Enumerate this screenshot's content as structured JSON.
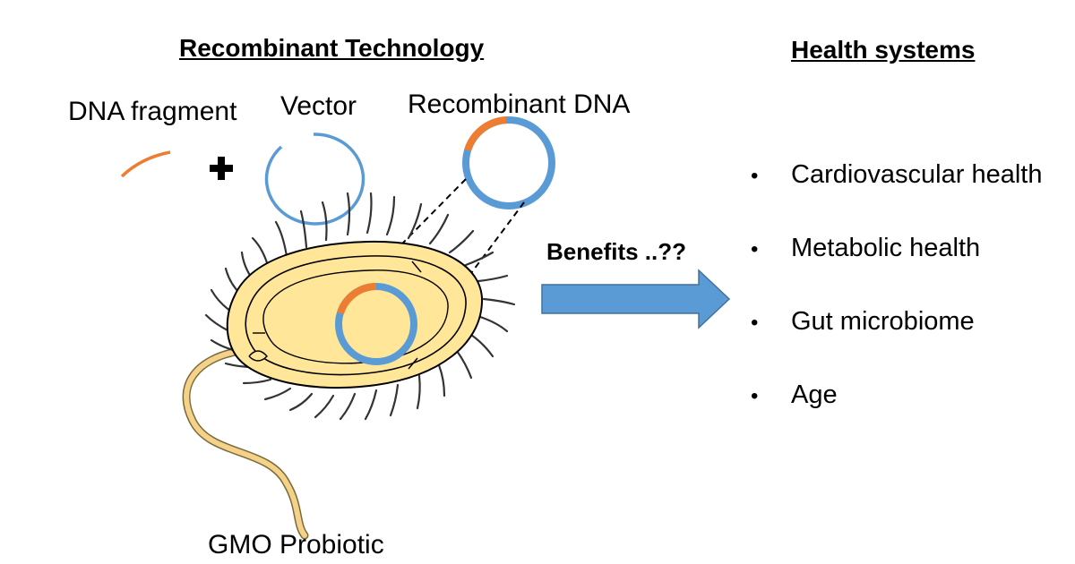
{
  "left": {
    "heading": "Recombinant Technology",
    "dna_fragment_label": "DNA fragment",
    "vector_label": "Vector",
    "recombinant_label": "Recombinant DNA",
    "probiotic_label": "GMO Probiotic"
  },
  "middle": {
    "benefits_label": "Benefits ..??"
  },
  "right": {
    "heading": "Health systems",
    "items": [
      "Cardiovascular health",
      "Metabolic health",
      "Gut microbiome",
      "Age"
    ]
  },
  "colors": {
    "dna_orange": "#ED7D31",
    "vector_blue": "#5B9BD5",
    "cell_yellow": "#FFE699",
    "flagellum_yellow": "#F4D28A",
    "arrow_blue": "#5B9BD5"
  },
  "icons": [
    "plus-icon",
    "arrow-right-icon"
  ]
}
